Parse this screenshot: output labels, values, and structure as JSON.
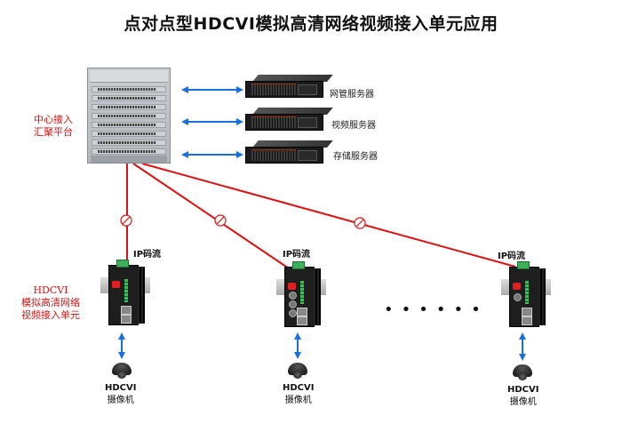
{
  "title": "点对点型HDCVI模拟高清网络视频接入单元应用",
  "core": {
    "label_line1": "中心接入",
    "label_line2": "汇聚平台"
  },
  "servers": [
    {
      "label": "网管服务器"
    },
    {
      "label": "视频服务器"
    },
    {
      "label": "存储服务器"
    }
  ],
  "unit_caption": {
    "line1": "HDCVI",
    "line2": "模拟高清网络",
    "line3": "视频接入单元"
  },
  "links": [
    {
      "label": "IP码流"
    },
    {
      "label": "IP码流"
    },
    {
      "label": "IP码流"
    }
  ],
  "cameras": [
    {
      "model": "HDCVI",
      "type": "摄像机"
    },
    {
      "model": "HDCVI",
      "type": "摄像机"
    },
    {
      "model": "HDCVI",
      "type": "摄像机"
    }
  ],
  "ellipsis": "••••••",
  "colors": {
    "fiber_link": "#e01010",
    "server_link": "#1a6fe0",
    "label_red": "#e01010"
  }
}
